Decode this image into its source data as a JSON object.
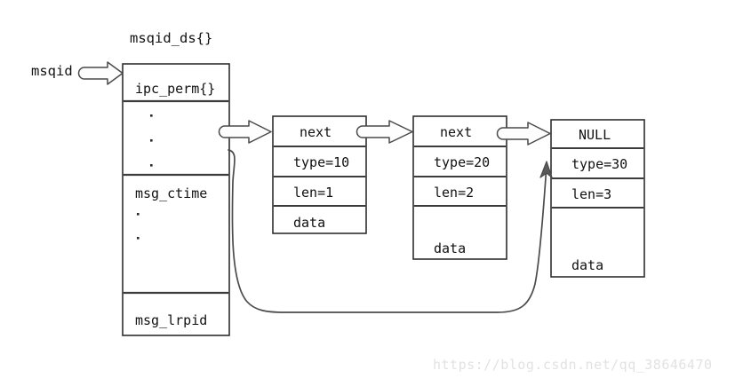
{
  "diagram": {
    "title": "msqid_ds{}",
    "entry_label": "msqid",
    "msqid_ds": {
      "name": "msqid_ds{}",
      "rows": [
        {
          "id": "ipc-perm",
          "label": "ipc_perm{}"
        },
        {
          "id": "ellipsis-top",
          "label": "."
        },
        {
          "id": "msg-ctime",
          "label": "msg_ctime"
        },
        {
          "id": "msg-lrpid",
          "label": "msg_lrpid"
        }
      ],
      "dots_top": [
        ".",
        ".",
        "."
      ],
      "dots_mid": [
        ".",
        "."
      ]
    },
    "messages": [
      {
        "id": "msg-1",
        "next": "next",
        "type": "type=10",
        "len": "len=1",
        "data": "data"
      },
      {
        "id": "msg-2",
        "next": "next",
        "type": "type=20",
        "len": "len=2",
        "data": "data"
      },
      {
        "id": "msg-3",
        "next": "NULL",
        "type": "type=30",
        "len": "len=3",
        "data": "data"
      }
    ],
    "arrows": [
      {
        "id": "arrow-msqid-to-struct",
        "kind": "block-arrow"
      },
      {
        "id": "arrow-struct-to-msg1",
        "kind": "block-arrow"
      },
      {
        "id": "arrow-msg1-to-msg2",
        "kind": "block-arrow"
      },
      {
        "id": "arrow-msg2-to-msg3",
        "kind": "block-arrow"
      },
      {
        "id": "arrow-msg-last-curve",
        "kind": "curved-line-arrow"
      }
    ],
    "colors": {
      "stroke": "#2b2b2b",
      "background": "#ffffff",
      "text": "#111111",
      "watermark": "#e2e2e2"
    }
  },
  "watermark": {
    "text": "https://blog.csdn.net/qq_38646470"
  }
}
